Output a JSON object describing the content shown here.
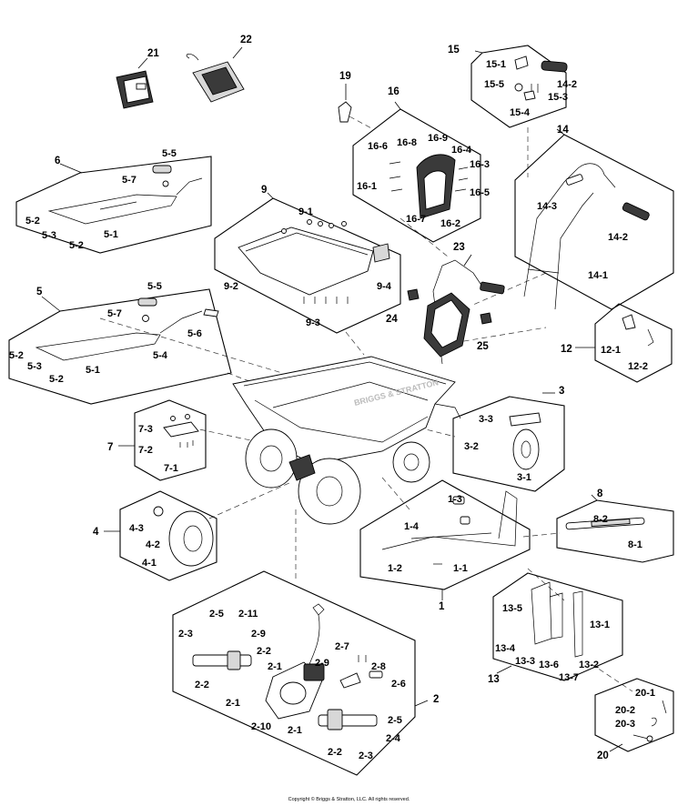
{
  "labels": {
    "l1": "1",
    "l1_1": "1-1",
    "l1_2": "1-2",
    "l1_3": "1-3",
    "l1_4": "1-4",
    "l2": "2",
    "l2_1a": "2-1",
    "l2_1b": "2-1",
    "l2_1c": "2-1",
    "l2_2a": "2-2",
    "l2_2b": "2-2",
    "l2_2c": "2-2",
    "l2_3a": "2-3",
    "l2_3b": "2-3",
    "l2_4": "2-4",
    "l2_5a": "2-5",
    "l2_5b": "2-5",
    "l2_6": "2-6",
    "l2_7": "2-7",
    "l2_8": "2-8",
    "l2_9a": "2-9",
    "l2_9b": "2-9",
    "l2_10": "2-10",
    "l2_11": "2-11",
    "l3": "3",
    "l3_1": "3-1",
    "l3_2": "3-2",
    "l3_3": "3-3",
    "l4": "4",
    "l4_1": "4-1",
    "l4_2": "4-2",
    "l4_3": "4-3",
    "l5": "5",
    "l5_1": "5-1",
    "l5_2a": "5-2",
    "l5_2b": "5-2",
    "l5_3": "5-3",
    "l5_4": "5-4",
    "l5_5": "5-5",
    "l5_6": "5-6",
    "l5_7": "5-7",
    "l6": "6",
    "l6_1": "5-1",
    "l6_2a": "5-2",
    "l6_2b": "5-2",
    "l6_3": "5-3",
    "l6_5": "5-5",
    "l6_7": "5-7",
    "l7": "7",
    "l7_1": "7-1",
    "l7_2": "7-2",
    "l7_3": "7-3",
    "l8": "8",
    "l8_1": "8-1",
    "l8_2": "8-2",
    "l9": "9",
    "l9_1": "9-1",
    "l9_2": "9-2",
    "l9_3": "9-3",
    "l9_4": "9-4",
    "l12": "12",
    "l12_1": "12-1",
    "l12_2": "12-2",
    "l13": "13",
    "l13_1": "13-1",
    "l13_2": "13-2",
    "l13_3": "13-3",
    "l13_4": "13-4",
    "l13_5": "13-5",
    "l13_6": "13-6",
    "l13_7": "13-7",
    "l14": "14",
    "l14_1": "14-1",
    "l14_2": "14-2",
    "l14_3": "14-3",
    "l15": "15",
    "l15_1": "15-1",
    "l15_3": "15-3",
    "l15_4": "15-4",
    "l15_5": "15-5",
    "l15_14_2": "14-2",
    "l16": "16",
    "l16_1": "16-1",
    "l16_2": "16-2",
    "l16_3": "16-3",
    "l16_4": "16-4",
    "l16_5": "16-5",
    "l16_6": "16-6",
    "l16_7": "16-7",
    "l16_8": "16-8",
    "l16_9": "16-9",
    "l19": "19",
    "l20": "20",
    "l20_1": "20-1",
    "l20_2": "20-2",
    "l20_3": "20-3",
    "l21": "21",
    "l22": "22",
    "l23": "23",
    "l24": "24",
    "l25": "25"
  },
  "watermark": "BRIGGS & STRATTON",
  "copyright": "Copyright © Briggs & Stratton, LLC. All rights reserved."
}
